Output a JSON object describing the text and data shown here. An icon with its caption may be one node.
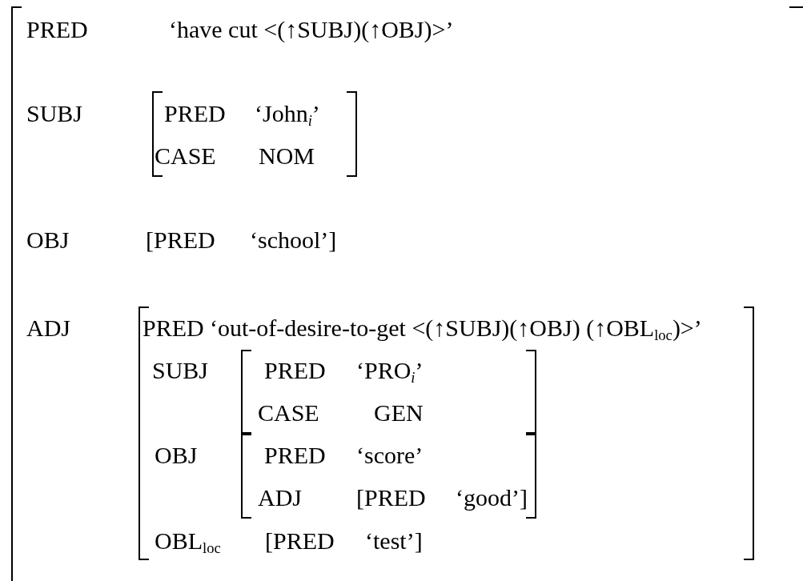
{
  "diagram": {
    "nodes": [
      {
        "text": [
          "PRED",
          "‘have cut <(↑SUBJ)(↑OBJ)>’",
          "SUBJ",
          "OBJ",
          "[PRED",
          "‘school’]",
          "ADJ"
        ]
      },
      {
        "text": [
          "PRED",
          "‘John$_{i}$’",
          "CASE",
          "NOM"
        ],
        "in": 0
      },
      {
        "text": [
          "PRED",
          "‘out-of-desire-to-get <(↑SUBJ)(↑OBJ) (↑OBL$_{loc}$)>’",
          "SUBJ",
          "OBJ",
          "OBL$_{loc}$",
          "[PRED",
          "‘test’]"
        ],
        "in": 0
      },
      {
        "text": [
          "PRED",
          "‘PRO$_{i}$’",
          "CASE",
          "GEN"
        ],
        "in": 2
      },
      {
        "text": [
          "PRED",
          "‘score’",
          "ADJ",
          "[PRED",
          "‘good’]"
        ],
        "in": 2
      }
    ]
  }
}
